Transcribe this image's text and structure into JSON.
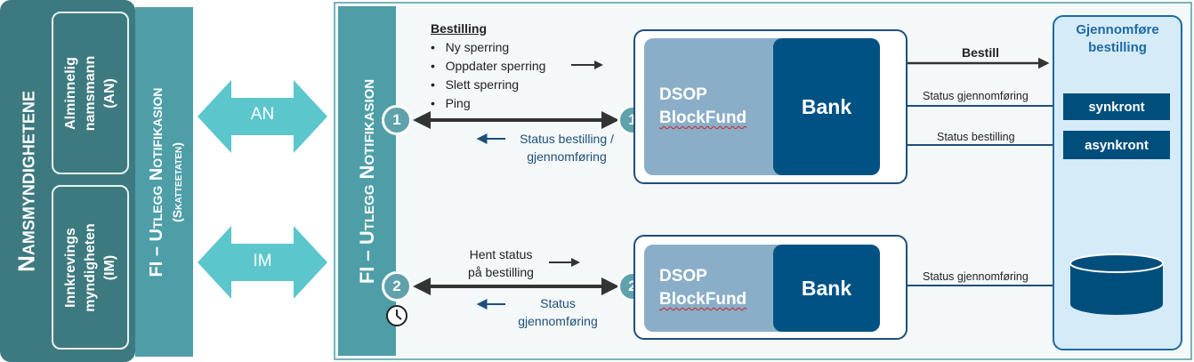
{
  "left": {
    "namsmyndighetene": "Namsmyndighetene",
    "an_box": [
      "Alminnelig",
      "namsmann",
      "(AN)"
    ],
    "im_box": [
      "Innkrevings",
      "myndigheten",
      "(IM)"
    ],
    "fi_title": "FI – Utlegg Notifikasion",
    "fi_subtitle": "(Skatteetaten)"
  },
  "arrows": {
    "an_label": "AN",
    "im_label": "IM"
  },
  "right": {
    "fi_title": "FI – Utlegg Notifikasion",
    "bestilling_title": "Bestilling",
    "bestilling_items": [
      "Ny sperring",
      "Oppdater sperring",
      "Slett sperring",
      "Ping"
    ],
    "status_bestilling_1": "Status bestilling /",
    "status_bestilling_2": "gjennomføring",
    "hent_status_1": "Hent status",
    "hent_status_2": "på bestilling",
    "status_2_1": "Status",
    "status_2_2": "gjennomføring",
    "circle_1": "1",
    "circle_2": "2",
    "dsop_1": "DSOP",
    "dsop_2": "BlockFund",
    "bank": "Bank",
    "bestill": "Bestill",
    "status_gjennomforing": "Status gjennomføring",
    "status_bestilling": "Status bestilling",
    "gjennomfore_1": "Gjennomføre",
    "gjennomfore_2": "bestilling",
    "synkront": "synkront",
    "asynkront": "asynkront"
  },
  "colors": {
    "dark_teal": "#3d7a80",
    "teal": "#4e9ea8",
    "arrow_cyan": "#5cc6cd",
    "navy": "#004e7c",
    "light_blue": "#8aaec8"
  }
}
